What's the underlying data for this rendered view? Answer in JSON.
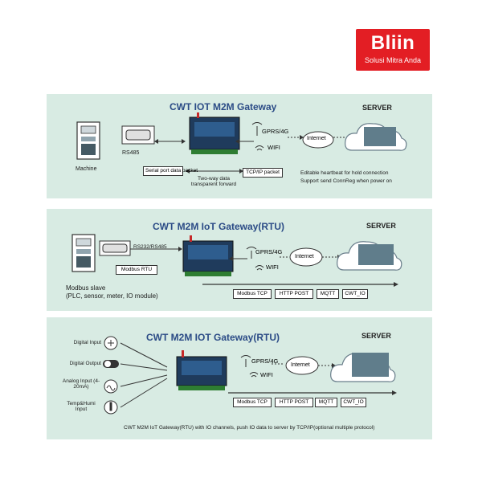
{
  "brand": {
    "name": "Bliin",
    "tagline": "Solusi Mitra Anda",
    "color": "#e31e24"
  },
  "panel1": {
    "title": "CWT IOT M2M  Gateway",
    "server_label": "SERVER",
    "rs485": "RS485",
    "machine": "Machine",
    "gprs": "GPRS/4G",
    "wifi": "WIFI",
    "internet": "Internet",
    "serial_packet": "Serial port data packet",
    "tcpip_packet": "TCP/IP packet",
    "two_way": "Two-way data transparent forward",
    "notes": [
      "Editable heartbeat for hold connection",
      "Support send ConnReg when power on"
    ]
  },
  "panel2": {
    "title": "CWT M2M IoT Gateway(RTU)",
    "server_label": "SERVER",
    "rs232": "RS232/RS485",
    "modbus_rtu": "Modbus RTU",
    "gprs": "GPRS/4G",
    "wifi": "WIFI",
    "internet": "Internet",
    "slave_title": "Modbus slave",
    "slave_detail": "(PLC, sensor, meter, IO module)",
    "protocols": [
      "Modbus TCP",
      "HTTP POST",
      "MQTT",
      "CWT_IO"
    ]
  },
  "panel3": {
    "title": "CWT M2M IOT Gateway(RTU)",
    "server_label": "SERVER",
    "inputs": [
      "Digital Input",
      "Digital Output",
      "Analog Input (4-20mA)",
      "Temp&Humi Input"
    ],
    "gprs": "GPRS/4G",
    "wifi": "WIFI",
    "internet": "Internet",
    "protocols": [
      "Modbus TCP",
      "HTTP POST",
      "MQTT",
      "CWT_IO"
    ],
    "caption": "CWT M2M IoT Gateway(RTU) with IO channels, push IO data to server by TCP/IP(optional multiple protocol)"
  }
}
